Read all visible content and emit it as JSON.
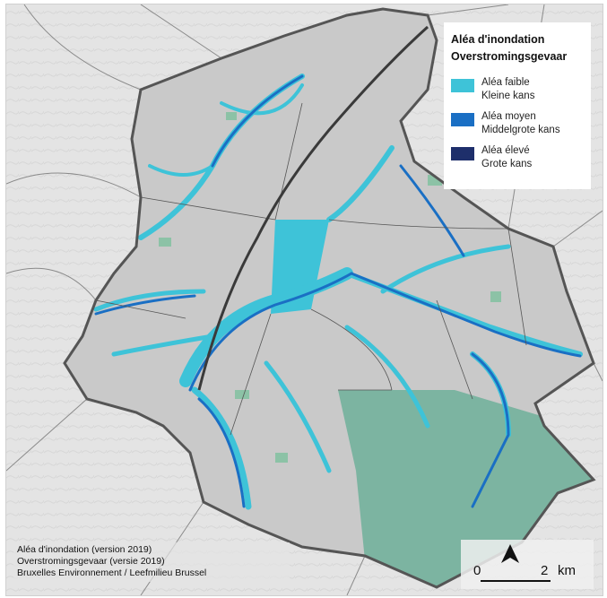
{
  "legend": {
    "title_fr": "Aléa d'inondation",
    "title_nl": "Overstromingsgevaar",
    "items": [
      {
        "fr": "Aléa faible",
        "nl": "Kleine kans",
        "color": "#3ec3d8"
      },
      {
        "fr": "Aléa moyen",
        "nl": "Middelgrote kans",
        "color": "#1a6fc4"
      },
      {
        "fr": "Aléa élevé",
        "nl": "Grote kans",
        "color": "#1e2f6b"
      }
    ]
  },
  "credits": {
    "line1": "Aléa d'inondation (version 2019)",
    "line2": "Overstromingsgevaar (versie 2019)",
    "line3": "Bruxelles Environnement / Leefmilieu Brussel"
  },
  "scale": {
    "start_label": "0",
    "end_label": "2",
    "unit": "km"
  },
  "colors": {
    "background": "#e4e4e4",
    "region_fill": "#c9c9c9",
    "boundary": "#555555",
    "forest": "#6fb09a",
    "water_low": "#3ec3d8",
    "water_medium": "#1a6fc4"
  },
  "icons": {
    "north": "north-arrow-icon"
  }
}
